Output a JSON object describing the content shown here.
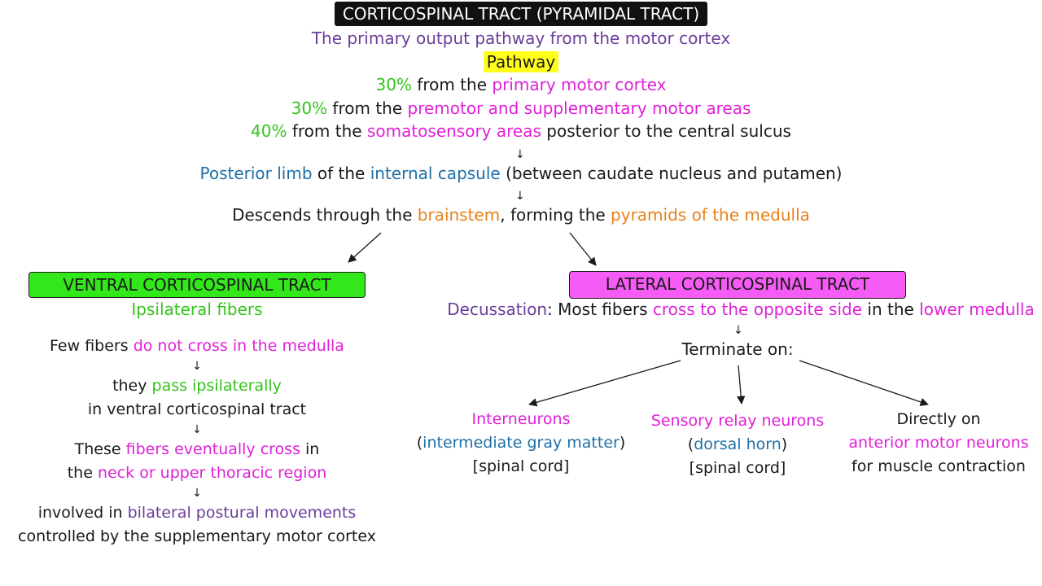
{
  "header": {
    "title": "CORTICOSPINAL TRACT (PYRAMIDAL TRACT)",
    "subtitle": "The primary output pathway from the motor cortex",
    "pathway_label": "Pathway"
  },
  "pathway": {
    "line1": {
      "pct": "30%",
      "from": " from the ",
      "area": "primary motor cortex"
    },
    "line2": {
      "pct": "30%",
      "from": " from the ",
      "area": "premotor and supplementary motor areas"
    },
    "line3": {
      "pct": "40%",
      "from": " from the ",
      "area": "somatosensory areas",
      "tail": " posterior to the central sulcus"
    },
    "capsule": {
      "a": "Posterior limb",
      "b": " of the ",
      "c": "internal capsule",
      "d": " (between caudate nucleus and putamen)"
    },
    "descend": {
      "a": "Descends through the ",
      "b": "brainstem",
      "c": ", forming the ",
      "d": "pyramids of the medulla"
    }
  },
  "arrow_glyph": "↓",
  "ventral": {
    "title": "VENTRAL CORTICOSPINAL TRACT",
    "subtitle": "Ipsilateral fibers",
    "l1a": "Few fibers ",
    "l1b": "do not cross in the medulla",
    "l2a": "they ",
    "l2b": "pass ipsilaterally",
    "l3": "in ventral corticospinal tract",
    "l4a": "These ",
    "l4b": "fibers eventually cross",
    "l4c": " in",
    "l5a": "the ",
    "l5b": "neck or upper thoracic region",
    "l6a": "involved in ",
    "l6b": "bilateral postural movements",
    "l7": "controlled by the supplementary motor cortex"
  },
  "lateral": {
    "title": "LATERAL CORTICOSPINAL TRACT",
    "dec_a": "Decussation",
    "dec_b": ": Most fibers ",
    "dec_c": "cross to the opposite side",
    "dec_d": " in the ",
    "dec_e": "lower medulla",
    "terminate": "Terminate on:",
    "t1": {
      "name": "Interneurons",
      "paren_open": "(",
      "detail": "intermediate gray matter",
      "paren_close": ")",
      "loc": "[spinal cord]"
    },
    "t2": {
      "name": "Sensory relay neurons",
      "paren_open": "(",
      "detail": "dorsal horn",
      "paren_close": ")",
      "loc": "[spinal cord]"
    },
    "t3": {
      "name": "Directly on",
      "detail": "anterior motor neurons",
      "loc": "for muscle contraction"
    }
  },
  "colors": {
    "green_box": "#33e81a",
    "magenta_box": "#f55cf5",
    "highlight": "#ffff1a",
    "purple": "#6a3d9a",
    "magenta": "#e020d8",
    "green": "#34c41a",
    "blue": "#1f6fa8",
    "orange": "#e8801a"
  }
}
